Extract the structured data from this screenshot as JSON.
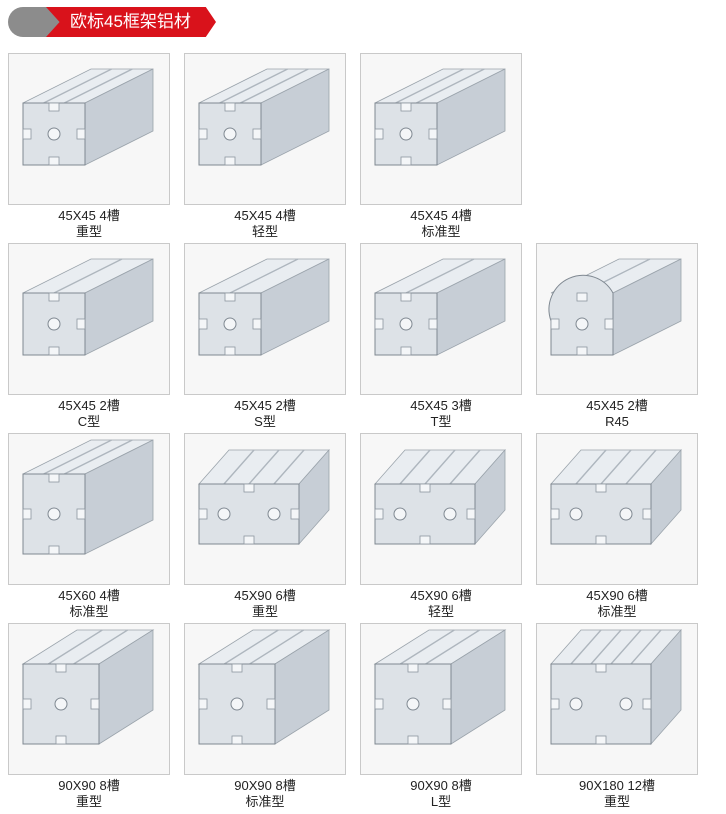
{
  "header": {
    "title": "欧标45框架铝材"
  },
  "products": [
    {
      "size": "45X45 4槽",
      "type": "重型",
      "icon": "profile-4-slot-heavy"
    },
    {
      "size": "45X45 4槽",
      "type": "轻型",
      "icon": "profile-4-slot-light"
    },
    {
      "size": "45X45 4槽",
      "type": "标准型",
      "icon": "profile-4-slot-standard"
    },
    {
      "size": "45X45 2槽",
      "type": "C型",
      "icon": "profile-2-slot-c"
    },
    {
      "size": "45X45 2槽",
      "type": "S型",
      "icon": "profile-2-slot-s"
    },
    {
      "size": "45X45 3槽",
      "type": "T型",
      "icon": "profile-3-slot-t"
    },
    {
      "size": "45X45 2槽",
      "type": "R45",
      "icon": "profile-2-slot-r45"
    },
    {
      "size": "45X60 4槽",
      "type": "标准型",
      "icon": "profile-45x60"
    },
    {
      "size": "45X90 6槽",
      "type": "重型",
      "icon": "profile-45x90-heavy"
    },
    {
      "size": "45X90 6槽",
      "type": "轻型",
      "icon": "profile-45x90-light"
    },
    {
      "size": "45X90 6槽",
      "type": "标准型",
      "icon": "profile-45x90-standard"
    },
    {
      "size": "90X90 8槽",
      "type": "重型",
      "icon": "profile-90x90-heavy"
    },
    {
      "size": "90X90 8槽",
      "type": "标准型",
      "icon": "profile-90x90-standard"
    },
    {
      "size": "90X90 8槽",
      "type": "L型",
      "icon": "profile-90x90-l"
    },
    {
      "size": "90X180 12槽",
      "type": "重型",
      "icon": "profile-90x180-heavy"
    }
  ]
}
